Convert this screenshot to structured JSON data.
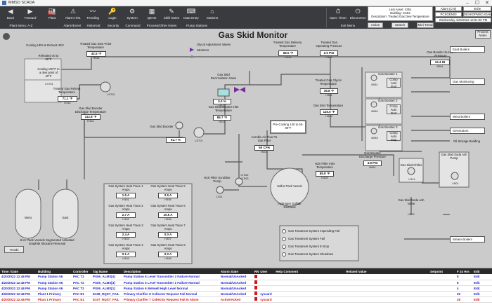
{
  "window": {
    "title": "MMSD SCADA",
    "min": "–",
    "max": "☐",
    "close": "✕"
  },
  "toolbar": {
    "buttons": [
      {
        "label": "Back",
        "icon": "◀"
      },
      {
        "label": "Forward",
        "icon": "▶"
      },
      {
        "label": "Plant",
        "icon": "🏭"
      },
      {
        "label": "Alarm Hist.",
        "icon": "⚠"
      },
      {
        "label": "Trending",
        "icon": "〰"
      },
      {
        "label": "Login",
        "icon": "🔑"
      },
      {
        "label": "System",
        "icon": "⚙"
      },
      {
        "label": "QEAD",
        "icon": "▦"
      },
      {
        "label": "Shift Notes",
        "icon": "✎"
      },
      {
        "label": "Data Entry",
        "icon": "⌨"
      },
      {
        "label": "Stations",
        "icon": "⌂"
      }
    ],
    "row2": [
      "Plant Menu: A-Z",
      "Alarm/Event",
      "Historical",
      "Security",
      "Command",
      "Process/Other Notes",
      "Pump Stations"
    ],
    "oper_timer": "Oper. Timer",
    "disconnect": "Disconnect",
    "exit_menu": "Exit Menu"
  },
  "info": {
    "last_asset": "Last Asset: 4351",
    "building": "Building: SC82",
    "description": "Description: Treated Gas Dew Temperature",
    "alarm_count": "Alarm (175)",
    "user": "mshe",
    "node": "PCSGEN00",
    "computer": "DESKOPMSCADAHIST01",
    "date": "Wednesday 4/20/2022 12:51:00 PM",
    "action": "Action",
    "search": "Search",
    "mini_trend": "Mini Trend"
  },
  "screen": {
    "title": "Gas Skid Monitor",
    "process_notes": "Process Notes",
    "legend_glycol": "Glycol Adjustment Valves",
    "legend_strainers": "Strainers",
    "trends": "Trends",
    "hex_label": "Cooling HEX & Reheat HEX",
    "reheated": "Reheated 40 to 80°F",
    "cooling": "Cooling 100°F to a dew point of 40°F",
    "dew_label": "Treated Gas Dew Point Temperature",
    "dew_val": "42.5 °F",
    "dew_tag": "H341",
    "reheat_label": "Treated Gas Reheat Temperature",
    "reheat_val": "71.1 °F",
    "reheat_tag": "H342",
    "discharge_label": "Gas Skid Booster Discharge Temperature",
    "discharge_val": "112.8 °F",
    "discharge_tag": "H331",
    "booster_label": "Gas Skid Booster",
    "booster_val": "61.7 %",
    "recirc_label": "Gas Skid Recirculation Valve",
    "recirc_val": "0.0 %",
    "recirc_tag": "H332",
    "inlet_label": "Gas Skid Booster Inlet Temperature",
    "inlet_val": "85.7 °F",
    "inlet_tag": "H221",
    "delivery_label": "Treated Gas Delivery Temperature",
    "delivery_val": "68.0 °F",
    "delivery_tag": "H341",
    "pressure_label": "Treated Gas Operating Pressure",
    "pressure_val": "2.0 PSI",
    "pressure_tag": "H333",
    "glycol_label": "Treated Gas Glycol Temperature",
    "glycol_val": "39.8 °F",
    "glycol_tag": "H361",
    "gasinlet_label": "Gas Inlet Temperature",
    "gasinlet_val": "116.0 °F",
    "gasinlet_tag": "H334",
    "precool": "Pre-Cooling 140 to 50-90°F",
    "aerobic_label": "Aerobic Air Flow To Gas Filter",
    "aerobic_val": "60 CFH",
    "aerobic_tag": "H401",
    "h2s_inlet_label": "H2S Filter Inlet Temperature",
    "h2s_inlet_val": "85.9 °F",
    "h2s_inlet_tag": "H425",
    "sulfur_label": "Sulfur Pack Vessel",
    "hydrogen_label": "Hydrogen Sulfide Removal",
    "scrubber_label": "H2S Filter Scrubber Pump",
    "scrubber_tag": "LT01",
    "sax_label": "SAX Pack Vessels Segmented Activated Graphite Siloxane Removal",
    "west": "West",
    "east": "East",
    "booster1": "Gas Booster 1",
    "b1tag": "B081",
    "booster2": "Gas Booster 2",
    "b2tag": "B082",
    "booster3": "Gas Booster 3",
    "b3tag": "B083",
    "comp_auto_start": "Comp Auto Start",
    "comp_auto_stop": "Comp Auto Stop",
    "gb_disch_label": "Gas Booster Discharge Pressure",
    "gb_disch_val": "4.8 PSI",
    "gb_disch_tag": "B081",
    "suction_label": "Gas Booster Suction Pressure",
    "suction_val": "12.4 IN",
    "suction_tag": "B081",
    "east_boilers": "East Boilers",
    "gas_monitoring": "Gas Monitoring",
    "west_boilers": "West Boilers",
    "generators": "Generators",
    "oil_storage": "Oil Storage Building",
    "steam_boilers": "Steam Boilers",
    "chiller_label": "Gas Skid Chiller",
    "chiller_tag": "LS41",
    "soda_pump_label": "Gas Skid Soda Ash Pump",
    "soda_pump_tag": "LB01",
    "soda_valve_label": "Gas Skid Soda Ash Valve",
    "soda_valve_tag": "LB02",
    "ls751": "LS751",
    "ls721": "LS721",
    "ls741": "LS741",
    "lt02": "LT002",
    "lt03": "LT003",
    "traces": [
      {
        "label": "Gas System Heat Trace 1 Amps",
        "val": "1.5 A",
        "tag": "H301"
      },
      {
        "label": "Gas System Heat Trace 5 Amps",
        "val": "2.5 A",
        "tag": "H305"
      },
      {
        "label": "Gas System Heat Trace 2 Amps",
        "val": "2.7 A",
        "tag": "H302"
      },
      {
        "label": "Gas System Heat Trace 6 Amps",
        "val": "10.5 A",
        "tag": "H306"
      },
      {
        "label": "Gas System Heat Trace 3 Amps",
        "val": "2.4 A",
        "tag": "H303"
      },
      {
        "label": "Gas System Heat Trace 7 Amps",
        "val": "0.0 A",
        "tag": "H307"
      },
      {
        "label": "Gas System Heat Trace 4 Amps",
        "val": "0.1 A",
        "tag": "H304"
      },
      {
        "label": "Gas System Heat Trace 8 Amps",
        "val": "0.0 A",
        "tag": "H308"
      }
    ],
    "faults": [
      "Gas Treatment System Impending Fail",
      "Gas Treatment System Fail",
      "Gas Treatment System E-Stop",
      "Gas Treatment System Shutdown"
    ]
  },
  "alarm": {
    "columns": [
      "Time / Date",
      "Building",
      "Controller",
      "Tag Name",
      "Description",
      "Alarm State",
      "RN",
      "User",
      "Help Comment",
      "Related Value",
      "Setpoint",
      "F 24 Hrs",
      "Edit"
    ],
    "rows": [
      {
        "time": "4/20/2022 12:48 PM",
        "building": "Pump Station 06",
        "ctrl": "PAC T2",
        "tag": "PS06_ALMS[4]",
        "desc": "Pump Station 6 Level Transmitter 2 Failure Normal",
        "state": "Normal/UnAcked",
        "user": "",
        "f24": "8",
        "edit": "Edit",
        "color": "#1a1ad6"
      },
      {
        "time": "4/20/2022 12:48 PM",
        "building": "Pump Station 06",
        "ctrl": "PAC T2",
        "tag": "PS06_ALMS[3]",
        "desc": "Pump Station 6 Level Transmitter 1 Failure Normal",
        "state": "Normal/UnAcked",
        "user": "",
        "f24": "8",
        "edit": "Edit",
        "color": "#1a1ad6"
      },
      {
        "time": "4/20/2022 12:48 PM",
        "building": "Pump Station 06",
        "ctrl": "PAC T2",
        "tag": "PS06_ALMS[1]",
        "desc": "Pump Station 6 Wetwell High Level Normal",
        "state": "Normal/UnAcked",
        "user": "",
        "f24": "4",
        "edit": "Edit",
        "color": "#1a1ad6"
      },
      {
        "time": "4/20/2022 12:48 PM",
        "building": "Plant 1 Primary",
        "ctrl": "PAC E1",
        "tag": "E108_RQST_FAIL",
        "desc": "Primary Clarifier 8 Collector Request Fail Normal",
        "state": "Normal/UnAcked",
        "user": "ryssard",
        "f24": "25",
        "edit": "Edit",
        "color": "#1a1ad6"
      },
      {
        "time": "4/20/2022 12:48 PM",
        "building": "Plant 1 Primary",
        "ctrl": "PAC E1",
        "tag": "E107_RQST_FAIL",
        "desc": "Primary Clarifier 7 Collector Request Fail In Alarm",
        "state": "Active/Acked",
        "user": "ryssard",
        "f24": "28",
        "edit": "Edit",
        "color": "#d01818"
      }
    ]
  }
}
